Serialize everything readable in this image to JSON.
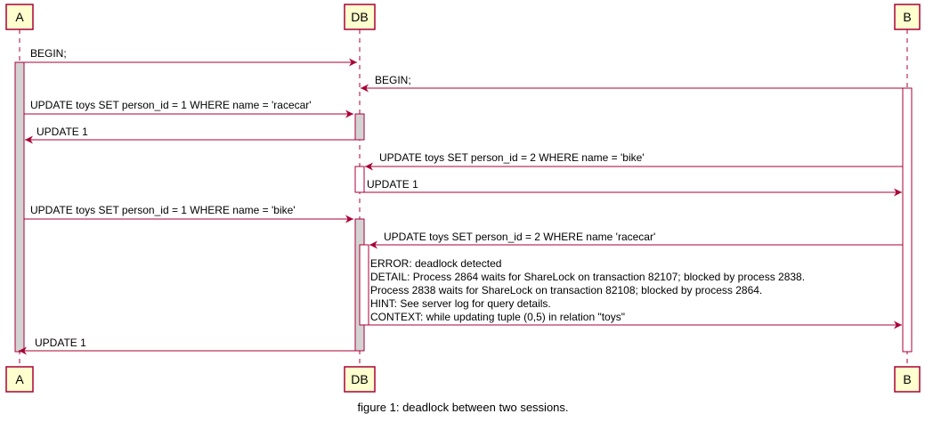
{
  "diagram": {
    "participants": [
      {
        "id": "A",
        "label": "A"
      },
      {
        "id": "DB",
        "label": "DB"
      },
      {
        "id": "B",
        "label": "B"
      }
    ],
    "messages": [
      {
        "from": "A",
        "to": "DB",
        "text": "BEGIN;"
      },
      {
        "from": "B",
        "to": "DB",
        "text": "BEGIN;"
      },
      {
        "from": "A",
        "to": "DB",
        "text": "UPDATE toys SET person_id = 1 WHERE name = 'racecar'"
      },
      {
        "from": "DB",
        "to": "A",
        "text": "UPDATE 1"
      },
      {
        "from": "B",
        "to": "DB",
        "text": "UPDATE toys SET person_id = 2 WHERE name = 'bike'"
      },
      {
        "from": "DB",
        "to": "B",
        "text": "UPDATE 1"
      },
      {
        "from": "A",
        "to": "DB",
        "text": "UPDATE toys SET person_id = 1 WHERE name = 'bike'"
      },
      {
        "from": "B",
        "to": "DB",
        "text": "UPDATE toys SET person_id = 2 WHERE name 'racecar'"
      },
      {
        "from": "DB",
        "to": "B",
        "lines": [
          "ERROR:  deadlock detected",
          "DETAIL:  Process 2864 waits for ShareLock on transaction 82107; blocked by process 2838.",
          "Process 2838 waits for ShareLock on transaction 82108; blocked by process 2864.",
          "HINT:  See server log for query details.",
          "CONTEXT:  while updating tuple (0,5) in relation \"toys\""
        ]
      },
      {
        "from": "DB",
        "to": "A",
        "text": "UPDATE 1"
      }
    ],
    "caption": "figure 1: deadlock between two sessions.",
    "colors": {
      "arrow": "#a80036",
      "participant_fill": "#fefece",
      "participant_border": "#a80036",
      "activation_gray": "#d3d3d3",
      "activation_white": "#ffffff"
    }
  }
}
